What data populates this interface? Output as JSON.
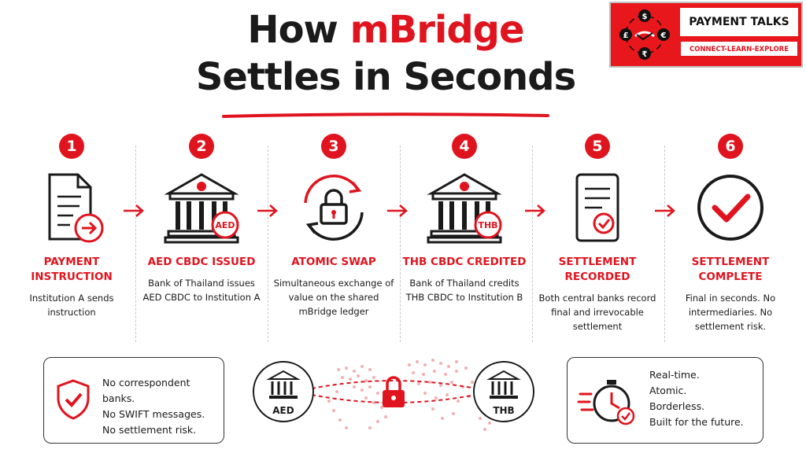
{
  "title": {
    "prefix": "How ",
    "accent": "mBridge",
    "line2": "Settles in Seconds"
  },
  "brand": {
    "name": "PAYMENT TALKS",
    "tagline": "CONNECT-LEARN-EXPLORE"
  },
  "colors": {
    "accent": "#e0141e",
    "text": "#1a1a1a",
    "divider": "#c8c8c8"
  },
  "steps": [
    {
      "num": "1",
      "title": "PAYMENT INSTRUCTION",
      "desc": "Institution A sends instruction",
      "icon": "document-arrow-icon"
    },
    {
      "num": "2",
      "title": "AED CBDC ISSUED",
      "desc": "Bank of Thailand issues AED CBDC to Institution A",
      "icon": "bank-icon",
      "badge": "AED"
    },
    {
      "num": "3",
      "title": "ATOMIC SWAP",
      "desc": "Simultaneous exchange of value on the shared mBridge ledger",
      "icon": "lock-cycle-icon"
    },
    {
      "num": "4",
      "title": "THB CBDC CREDITED",
      "desc": "Bank of Thailand credits THB CBDC to Institution B",
      "icon": "bank-icon",
      "badge": "THB"
    },
    {
      "num": "5",
      "title": "SETTLEMENT RECORDED",
      "desc": "Both central banks record final and irrevocable settlement",
      "icon": "record-check-icon"
    },
    {
      "num": "6",
      "title": "SETTLEMENT COMPLETE",
      "desc": "Final in seconds. No intermediaries. No settlement risk.",
      "icon": "check-circle-icon"
    }
  ],
  "bottom_left": {
    "lines": [
      "No correspondent banks.",
      "No SWIFT messages.",
      "No settlement risk."
    ],
    "icon": "shield-check-icon"
  },
  "bottom_center": {
    "left_label": "AED",
    "right_label": "THB",
    "icon": "lock-icon"
  },
  "bottom_right": {
    "lines": [
      "Real-time.",
      "Atomic.",
      "Borderless.",
      "Built for the future."
    ],
    "icon": "stopwatch-icon"
  }
}
